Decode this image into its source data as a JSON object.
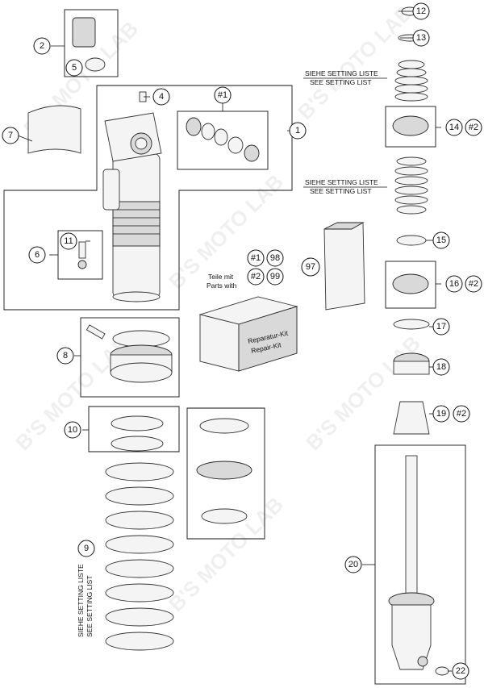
{
  "callouts": [
    {
      "id": "12",
      "label": "12"
    },
    {
      "id": "13",
      "label": "13"
    },
    {
      "id": "2",
      "label": "2"
    },
    {
      "id": "5",
      "label": "5"
    },
    {
      "id": "4",
      "label": "4"
    },
    {
      "id": "ref1-top",
      "label": "#1"
    },
    {
      "id": "1",
      "label": "1"
    },
    {
      "id": "7",
      "label": "7"
    },
    {
      "id": "14",
      "label": "14"
    },
    {
      "id": "ref2-14",
      "label": "#2"
    },
    {
      "id": "11",
      "label": "11"
    },
    {
      "id": "6",
      "label": "6"
    },
    {
      "id": "15",
      "label": "15"
    },
    {
      "id": "97",
      "label": "97"
    },
    {
      "id": "ref1-kit",
      "label": "#1"
    },
    {
      "id": "98",
      "label": "98"
    },
    {
      "id": "ref2-kit",
      "label": "#2"
    },
    {
      "id": "99",
      "label": "99"
    },
    {
      "id": "16",
      "label": "16"
    },
    {
      "id": "ref2-16",
      "label": "#2"
    },
    {
      "id": "8",
      "label": "8"
    },
    {
      "id": "17",
      "label": "17"
    },
    {
      "id": "18",
      "label": "18"
    },
    {
      "id": "19",
      "label": "19"
    },
    {
      "id": "ref2-19",
      "label": "#2"
    },
    {
      "id": "10",
      "label": "10"
    },
    {
      "id": "9",
      "label": "9"
    },
    {
      "id": "20",
      "label": "20"
    },
    {
      "id": "22",
      "label": "22"
    }
  ],
  "notes": {
    "setting_list_1_de": "SIEHE SETTING LISTE",
    "setting_list_1_en": "SEE SETTING LIST",
    "setting_list_2_de": "SIEHE SETTING LISTE",
    "setting_list_2_en": "SEE SETTING LIST",
    "spring_note_de": "SIEHE SETTING LISTE",
    "spring_note_en": "SEE SETTING LIST",
    "kit_de": "Teile mit",
    "kit_en": "Parts with",
    "box_label_1": "Reparatur-Kit",
    "box_label_2": "Repair-Kit"
  },
  "watermark": "B'S MOTO LAB"
}
